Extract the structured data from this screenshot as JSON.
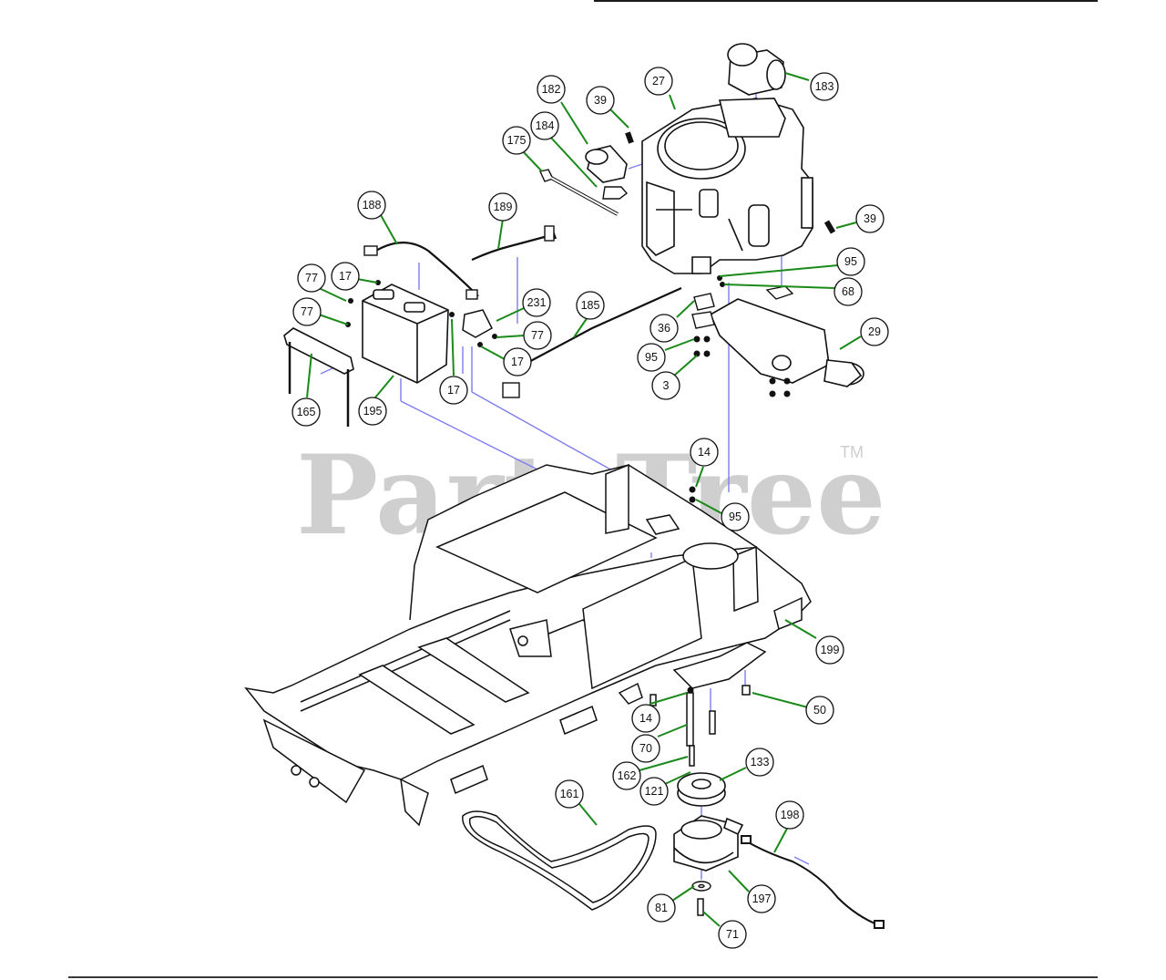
{
  "watermark": {
    "text": "PartsTree",
    "tm": "TM"
  },
  "colors": {
    "leader": "#1a8a1a",
    "guide": "#7e7ef0",
    "outline": "#111111",
    "watermark": "#cfcfcf"
  },
  "callouts": [
    {
      "label": "182"
    },
    {
      "label": "39"
    },
    {
      "label": "27"
    },
    {
      "label": "183"
    },
    {
      "label": "175"
    },
    {
      "label": "184"
    },
    {
      "label": "39"
    },
    {
      "label": "188"
    },
    {
      "label": "189"
    },
    {
      "label": "95"
    },
    {
      "label": "68"
    },
    {
      "label": "77"
    },
    {
      "label": "17"
    },
    {
      "label": "231"
    },
    {
      "label": "185"
    },
    {
      "label": "36"
    },
    {
      "label": "29"
    },
    {
      "label": "77"
    },
    {
      "label": "77"
    },
    {
      "label": "95"
    },
    {
      "label": "17"
    },
    {
      "label": "3"
    },
    {
      "label": "17"
    },
    {
      "label": "165"
    },
    {
      "label": "195"
    },
    {
      "label": "14"
    },
    {
      "label": "95"
    },
    {
      "label": "199"
    },
    {
      "label": "50"
    },
    {
      "label": "14"
    },
    {
      "label": "70"
    },
    {
      "label": "133"
    },
    {
      "label": "162"
    },
    {
      "label": "121"
    },
    {
      "label": "161"
    },
    {
      "label": "198"
    },
    {
      "label": "81"
    },
    {
      "label": "197"
    },
    {
      "label": "71"
    }
  ]
}
